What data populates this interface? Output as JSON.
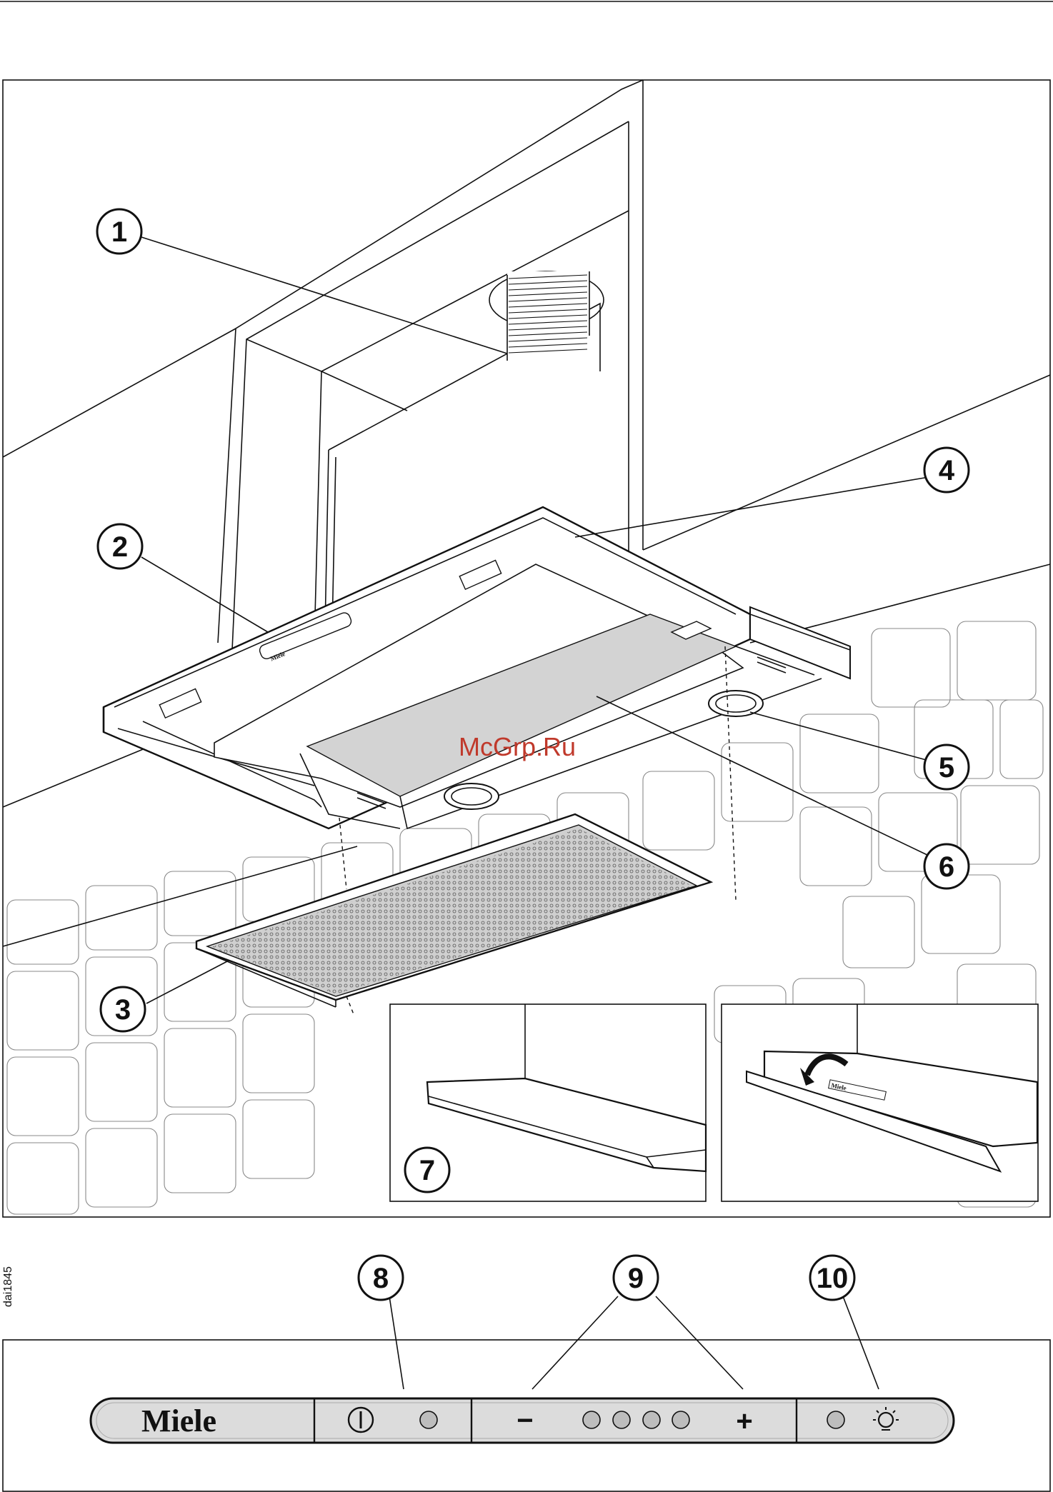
{
  "callouts": {
    "c1": "1",
    "c2": "2",
    "c3": "3",
    "c4": "4",
    "c5": "5",
    "c6": "6",
    "c7": "7",
    "c8": "8",
    "c9": "9",
    "c10": "10"
  },
  "watermark": "McGrp.Ru",
  "doc_id": "dai1845",
  "control_panel": {
    "brand": "Miele",
    "minus_label": "−",
    "plus_label": "+",
    "power_icon": "power-icon",
    "light_icon": "light-bulb-icon"
  },
  "colors": {
    "line": "#111111",
    "filter_fill": "#d3d3d3",
    "panel_fill": "#dcdcdc",
    "watermark": "#c0392b"
  }
}
